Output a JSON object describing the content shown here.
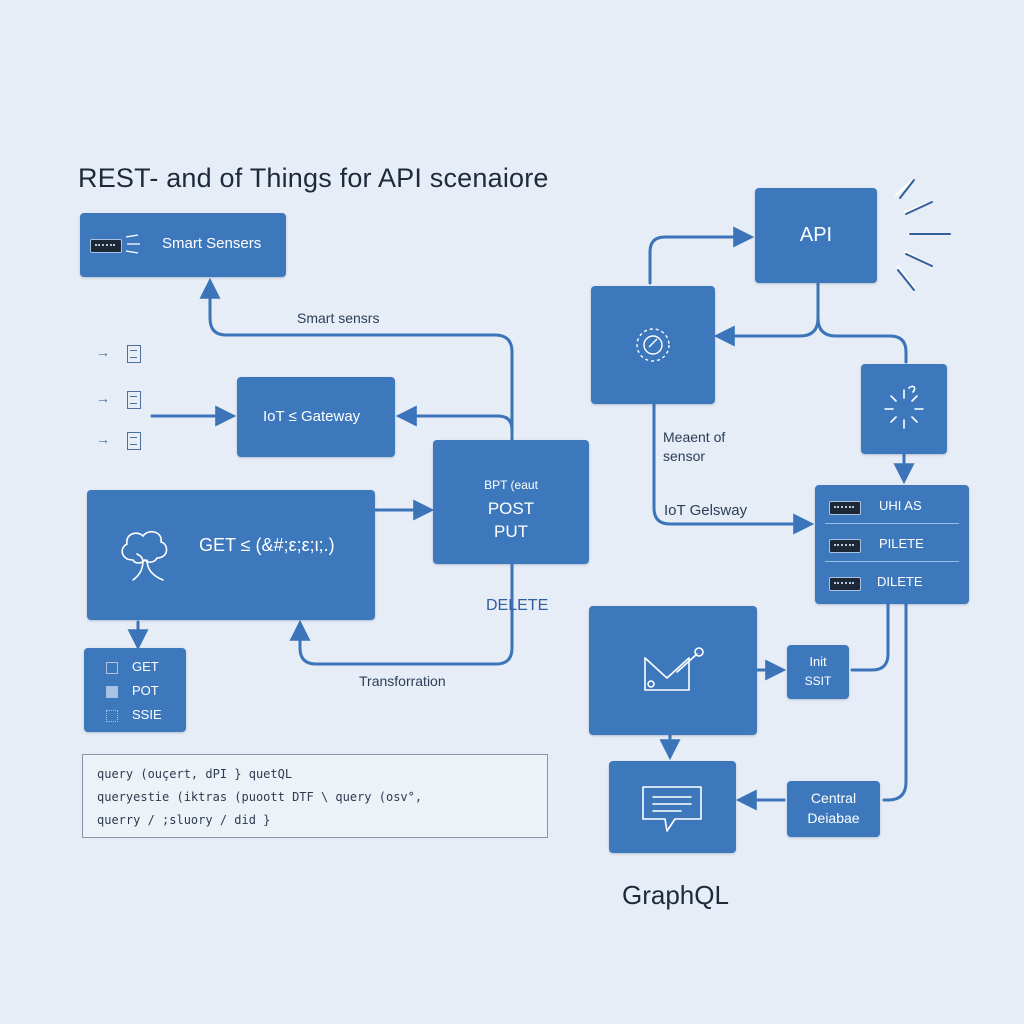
{
  "title": "REST- and of Things for API scenaiore",
  "nodes": {
    "smart_sensors": {
      "label": "Smart Sensers"
    },
    "iot_gateway": {
      "label": "IoT ≤ Gateway"
    },
    "get_main": {
      "label": "GET ≤ (&#;ε;ε;ι;.)"
    },
    "rest_methods": {
      "top": "BPT (eaut",
      "line1": "POST",
      "line2": "PUT"
    },
    "legend": {
      "items": [
        "GET",
        "POT",
        "SSIE"
      ]
    },
    "api": {
      "label": "API"
    },
    "db_list": {
      "items": [
        "UHI AS",
        "PILETE",
        "DILETE"
      ]
    },
    "init_box": {
      "line1": "Init",
      "line2": "SSIT"
    },
    "central_db": {
      "line1": "Central",
      "line2": "Deiabae"
    }
  },
  "labels": {
    "smart_sensors_edge": "Smart sensrs",
    "delete": "DELETE",
    "transformation": "Transforration",
    "measure": [
      "Meaent of",
      "sensor"
    ],
    "iot_gateway_edge": "IoT Gelsway",
    "graphql": "GraphQL"
  },
  "query_box": {
    "lines": [
      "query (ouçert, dPI }  quetQL",
      "queryestie (iktras (puoott DTF \\   query  (osv°,",
      "querry   /  ;sluory  / did }"
    ]
  },
  "colors": {
    "box": "#3d78bd",
    "line": "#3b74b8",
    "background": "#e6edf6"
  }
}
